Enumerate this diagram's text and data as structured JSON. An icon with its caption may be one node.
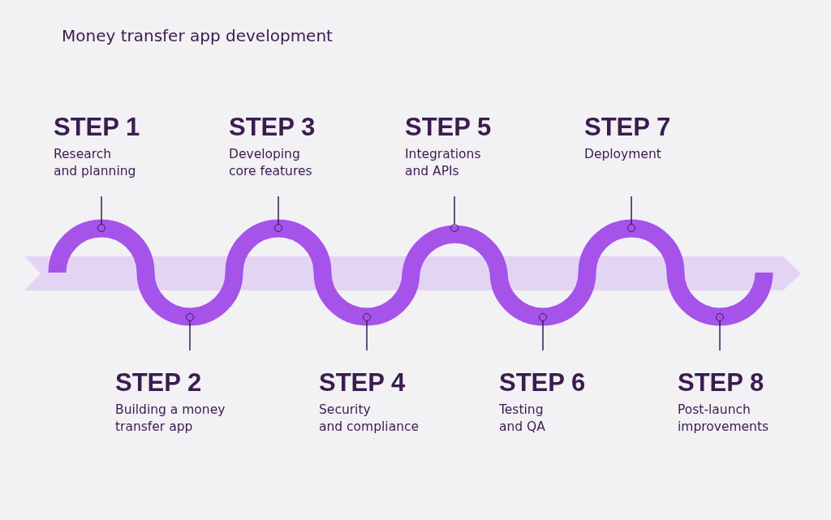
{
  "diagram": {
    "title": "Money transfer app development",
    "nodes": [
      {
        "text": [
          "STEP 1",
          "Research and planning"
        ]
      },
      {
        "text": [
          "STEP 2",
          "Building a money transfer app"
        ]
      },
      {
        "text": [
          "STEP 3",
          "Developing core features"
        ]
      },
      {
        "text": [
          "STEP 4",
          "Security and compliance"
        ]
      },
      {
        "text": [
          "STEP 5",
          "Integrations and APIs"
        ]
      },
      {
        "text": [
          "STEP 6",
          "Testing and QA"
        ]
      },
      {
        "text": [
          "STEP 7",
          "Deployment"
        ]
      },
      {
        "text": [
          "STEP 8",
          "Post-launch improvements"
        ]
      },
      {
        "text": [],
        "shape": "circle"
      },
      {
        "text": [],
        "shape": "circle"
      },
      {
        "text": [],
        "shape": "circle"
      },
      {
        "text": [],
        "shape": "circle"
      },
      {
        "text": [],
        "shape": "circle"
      },
      {
        "text": [],
        "shape": "circle"
      },
      {
        "text": [],
        "shape": "circle"
      },
      {
        "text": [],
        "shape": "circle"
      }
    ],
    "edges": [
      {
        "from": 0,
        "to": 8,
        "arrow": "none"
      },
      {
        "from": 1,
        "to": 9,
        "arrow": "none"
      },
      {
        "from": 2,
        "to": 10,
        "arrow": "none"
      },
      {
        "from": 3,
        "to": 11,
        "arrow": "none"
      },
      {
        "from": 4,
        "to": 12,
        "arrow": "none"
      },
      {
        "from": 5,
        "to": 13,
        "arrow": "none"
      },
      {
        "from": 6,
        "to": 14,
        "arrow": "none"
      },
      {
        "from": 7,
        "to": 15,
        "arrow": "none"
      }
    ]
  }
}
